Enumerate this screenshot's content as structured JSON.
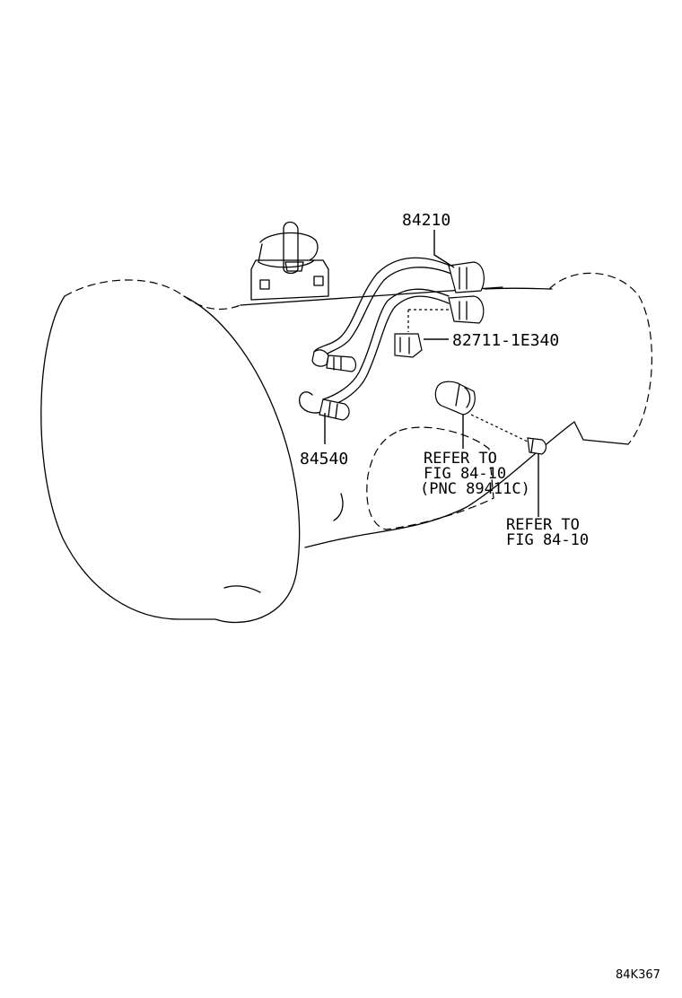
{
  "callouts": {
    "harness": "84210",
    "clamp": "82711-1E340",
    "switch": "84540",
    "refer_a": [
      "REFER TO",
      "FIG 84-10",
      "(PNC 89411C)"
    ],
    "refer_b": [
      "REFER TO",
      "FIG 84-10"
    ]
  },
  "illustration_id": "84K367"
}
